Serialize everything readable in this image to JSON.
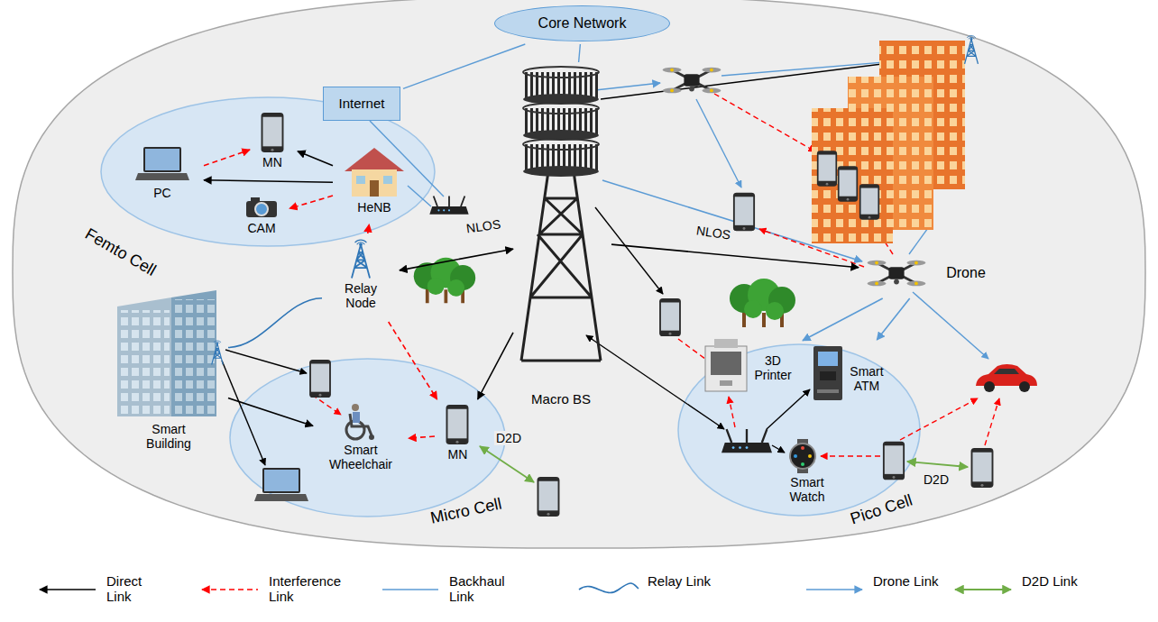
{
  "diagram": {
    "nodes": [
      {
        "text": [
          "Core Network"
        ]
      },
      {
        "text": [
          "Internet"
        ]
      },
      {
        "text": [
          "Femto Cell"
        ]
      },
      {
        "text": [
          "MN"
        ],
        "in": 2
      },
      {
        "text": [
          "PC"
        ],
        "in": 2
      },
      {
        "text": [
          "CAM"
        ],
        "in": 2
      },
      {
        "text": [
          "HeNB"
        ],
        "in": 2
      },
      {
        "text": [
          "Relay Node"
        ]
      },
      {
        "text": [
          "Macro BS"
        ]
      },
      {
        "text": [
          "Smart Building"
        ]
      },
      {
        "text": [
          "Micro Cell"
        ]
      },
      {
        "text": [
          "Smart Wheelchair"
        ],
        "in": 10
      },
      {
        "text": [
          "MN"
        ],
        "in": 10
      },
      {
        "text": [
          "Pico Cell"
        ]
      },
      {
        "text": [
          "3D Printer"
        ],
        "in": 13
      },
      {
        "text": [
          "Smart ATM"
        ],
        "in": 13
      },
      {
        "text": [
          "Smart Watch"
        ],
        "in": 13
      },
      {
        "text": [
          "Drone"
        ]
      }
    ],
    "edges": [
      {
        "from": 0,
        "to": 1,
        "arrow": "none"
      },
      {
        "from": 0,
        "to": 8,
        "arrow": "none"
      },
      {
        "from": 6,
        "to": 3,
        "arrow": "to"
      },
      {
        "from": 6,
        "to": 4,
        "arrow": "to"
      },
      {
        "from": 6,
        "to": 5,
        "arrow": "to"
      },
      {
        "from": 4,
        "to": 3,
        "arrow": "to"
      },
      {
        "from": 7,
        "to": 6,
        "arrow": "to"
      },
      {
        "from": 8,
        "to": 7,
        "arrow": "both"
      },
      {
        "from": 7,
        "to": 12,
        "arrow": "to"
      },
      {
        "from": 8,
        "to": 12,
        "arrow": "to"
      },
      {
        "from": 12,
        "to": 11,
        "arrow": "to"
      },
      {
        "from": 9,
        "to": 11,
        "arrow": "to"
      },
      {
        "from": 9,
        "to": 7,
        "arrow": "none"
      },
      {
        "from": 8,
        "to": 17,
        "arrow": "to"
      },
      {
        "from": 17,
        "to": 14,
        "arrow": "to"
      },
      {
        "from": 17,
        "to": 15,
        "arrow": "to"
      }
    ],
    "labels": [
      "NLOS",
      "NLOS",
      "D2D",
      "D2D"
    ],
    "legend": [
      {
        "text": "Direct Link"
      },
      {
        "text": "Interference Link"
      },
      {
        "text": "Backhaul Link"
      },
      {
        "text": "Relay Link"
      },
      {
        "text": "Drone Link"
      },
      {
        "text": "D2D Link"
      }
    ]
  }
}
